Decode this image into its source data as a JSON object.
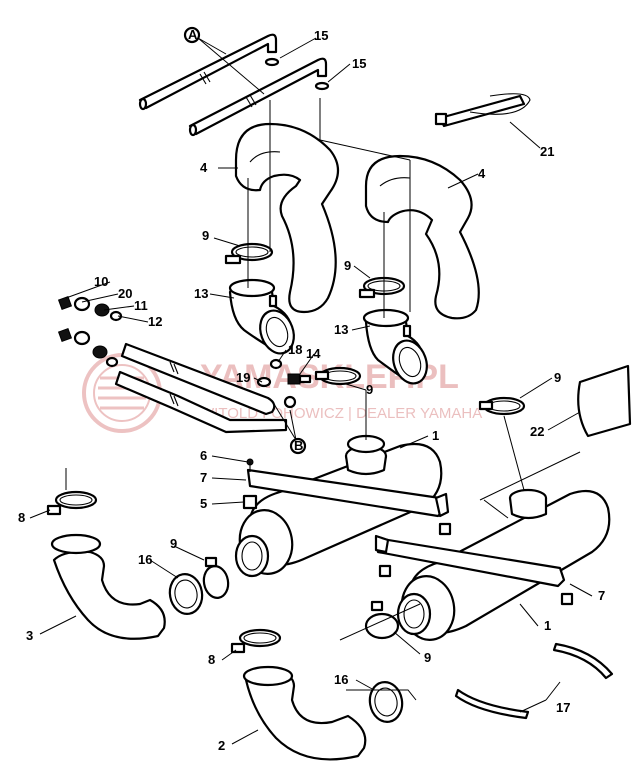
{
  "watermark": {
    "brand": "YAMASKLEP.PL",
    "tagline": "WITOLD FOHOWICZ | DEALER YAMAHA"
  },
  "callouts": [
    {
      "id": "a",
      "text": "A"
    },
    {
      "id": "b",
      "text": "B"
    },
    {
      "id": "p15a",
      "text": "15"
    },
    {
      "id": "p15b",
      "text": "15"
    },
    {
      "id": "p21",
      "text": "21"
    },
    {
      "id": "p4a",
      "text": "4"
    },
    {
      "id": "p4b",
      "text": "4"
    },
    {
      "id": "p9a",
      "text": "9"
    },
    {
      "id": "p9b",
      "text": "9"
    },
    {
      "id": "p9c",
      "text": "9"
    },
    {
      "id": "p9d",
      "text": "9"
    },
    {
      "id": "p9e",
      "text": "9"
    },
    {
      "id": "p9f",
      "text": "9"
    },
    {
      "id": "p10",
      "text": "10"
    },
    {
      "id": "p20",
      "text": "20"
    },
    {
      "id": "p11",
      "text": "11"
    },
    {
      "id": "p12",
      "text": "12"
    },
    {
      "id": "p13a",
      "text": "13"
    },
    {
      "id": "p13b",
      "text": "13"
    },
    {
      "id": "p18",
      "text": "18"
    },
    {
      "id": "p19",
      "text": "19"
    },
    {
      "id": "p14",
      "text": "14"
    },
    {
      "id": "p1a",
      "text": "1"
    },
    {
      "id": "p1b",
      "text": "1"
    },
    {
      "id": "p22",
      "text": "22"
    },
    {
      "id": "p6",
      "text": "6"
    },
    {
      "id": "p7a",
      "text": "7"
    },
    {
      "id": "p7b",
      "text": "7"
    },
    {
      "id": "p5",
      "text": "5"
    },
    {
      "id": "p8a",
      "text": "8"
    },
    {
      "id": "p8b",
      "text": "8"
    },
    {
      "id": "p16a",
      "text": "16"
    },
    {
      "id": "p16b",
      "text": "16"
    },
    {
      "id": "p3",
      "text": "3"
    },
    {
      "id": "p2",
      "text": "2"
    },
    {
      "id": "p17",
      "text": "17"
    }
  ]
}
